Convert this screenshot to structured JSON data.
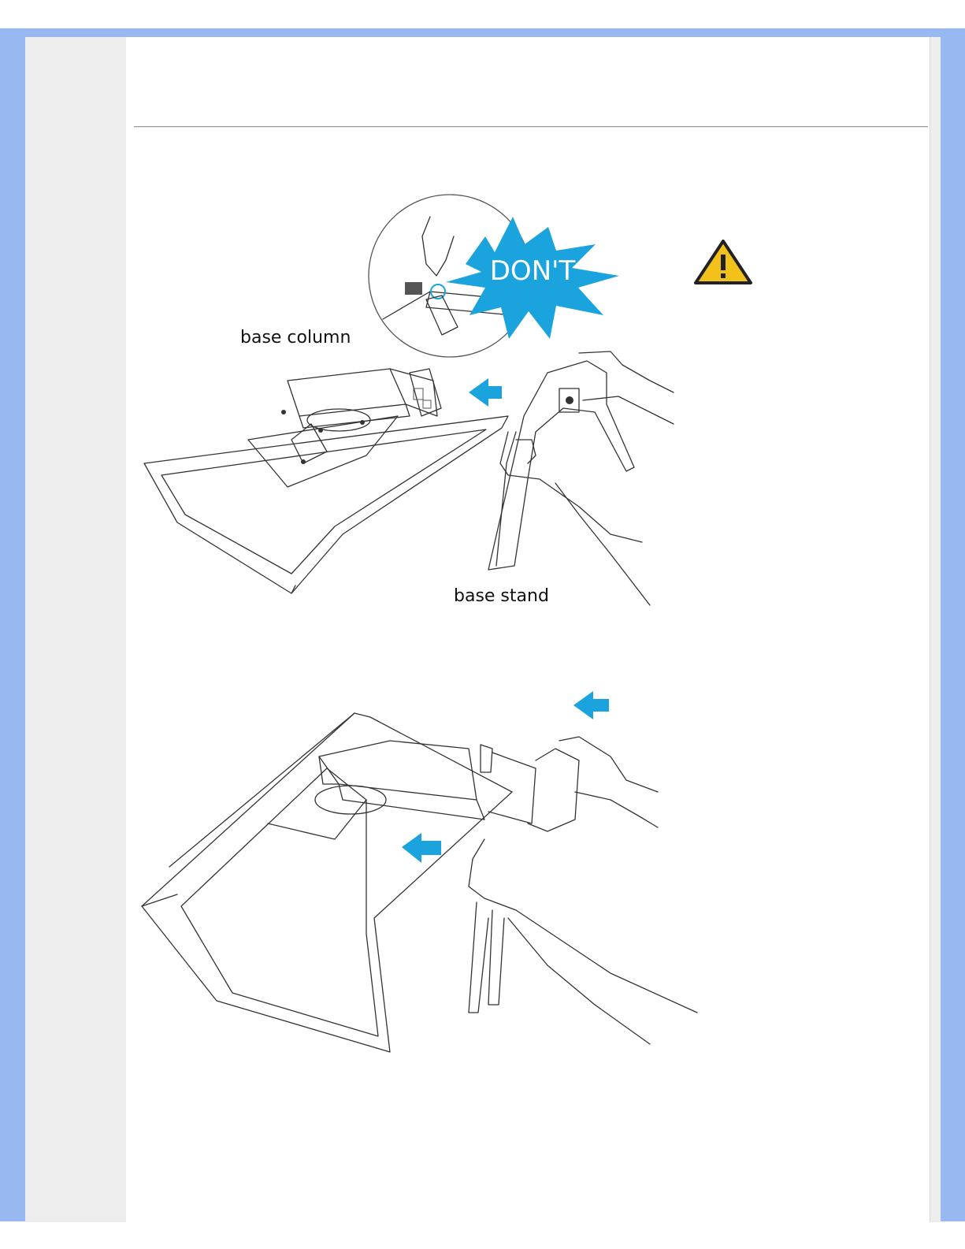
{
  "figure1": {
    "label_column": "base column",
    "label_stand": "base stand",
    "starburst_text": "DON'T"
  },
  "icons": {
    "warning": "warning-triangle-icon",
    "arrow": "blue-arrow-left-icon"
  },
  "colors": {
    "frame": "#98b8f2",
    "accent_blue": "#1aa3dd",
    "warning_yellow": "#f2c21b"
  }
}
